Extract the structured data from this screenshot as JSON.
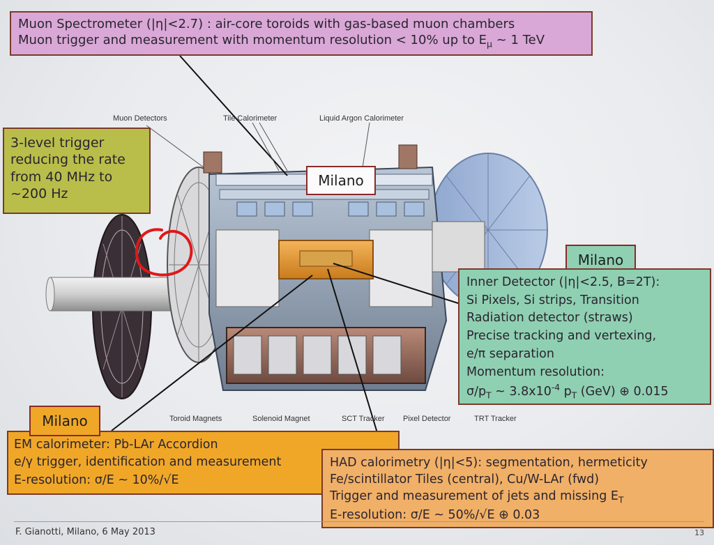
{
  "muon_box": {
    "line1": "Muon Spectrometer (|η|<2.7) : air-core toroids with gas-based muon chambers",
    "line2_pre": "Muon trigger and measurement with momentum resolution < 10% up to E",
    "line2_sub": "μ",
    "line2_post": " ~ 1 TeV"
  },
  "trigger_box": {
    "lines": [
      "3-level trigger",
      "reducing the rate",
      "from 40 MHz to",
      "~200 Hz"
    ]
  },
  "inner_box": {
    "lines": [
      "Inner Detector (|η|<2.5, B=2T):",
      "Si Pixels, Si strips, Transition",
      "Radiation detector (straws)",
      "Precise tracking and vertexing,",
      "e/π separation",
      "Momentum resolution:"
    ],
    "formula_pre": "σ/p",
    "formula_sub1": "T",
    "formula_mid": " ~ 3.8x10",
    "formula_sup": "-4",
    "formula_p": " p",
    "formula_sub2": "T",
    "formula_post": " (GeV) ⊕ 0.015"
  },
  "em_box": {
    "lines": [
      "EM calorimeter: Pb-LAr Accordion",
      "e/γ trigger, identification and measurement",
      "E-resolution: σ/E ~ 10%/√E"
    ]
  },
  "had_box": {
    "lines": [
      "HAD calorimetry (|η|<5): segmentation, hermeticity",
      "Fe/scintillator Tiles (central), Cu/W-LAr (fwd)"
    ],
    "line3_pre": "Trigger and measurement of jets and missing E",
    "line3_sub": "T",
    "line4": "E-resolution: σ/E ~ 50%/√E ⊕ 0.03"
  },
  "tags": {
    "top": "Milano",
    "right": "Milano",
    "left": "Milano"
  },
  "detector_labels": {
    "muon_detectors": "Muon Detectors",
    "tile_calorimeter": "Tile Calorimeter",
    "liquid_argon": "Liquid Argon Calorimeter",
    "toroid_magnets": "Toroid Magnets",
    "solenoid_magnet": "Solenoid Magnet",
    "sct_tracker": "SCT Tracker",
    "pixel_detector": "Pixel Detector",
    "trt_tracker": "TRT Tracker"
  },
  "footer": {
    "text": "F. Gianotti, Milano, 6 May 2013",
    "page": "13"
  },
  "colors": {
    "muon_box": "#d9a8d6",
    "trigger_box": "#b9be4a",
    "inner_box": "#8fd0b2",
    "em_box": "#f0a728",
    "had_box": "#f1b067",
    "tag_border": "#8a2a2a",
    "highlight_circle": "#e01818"
  }
}
